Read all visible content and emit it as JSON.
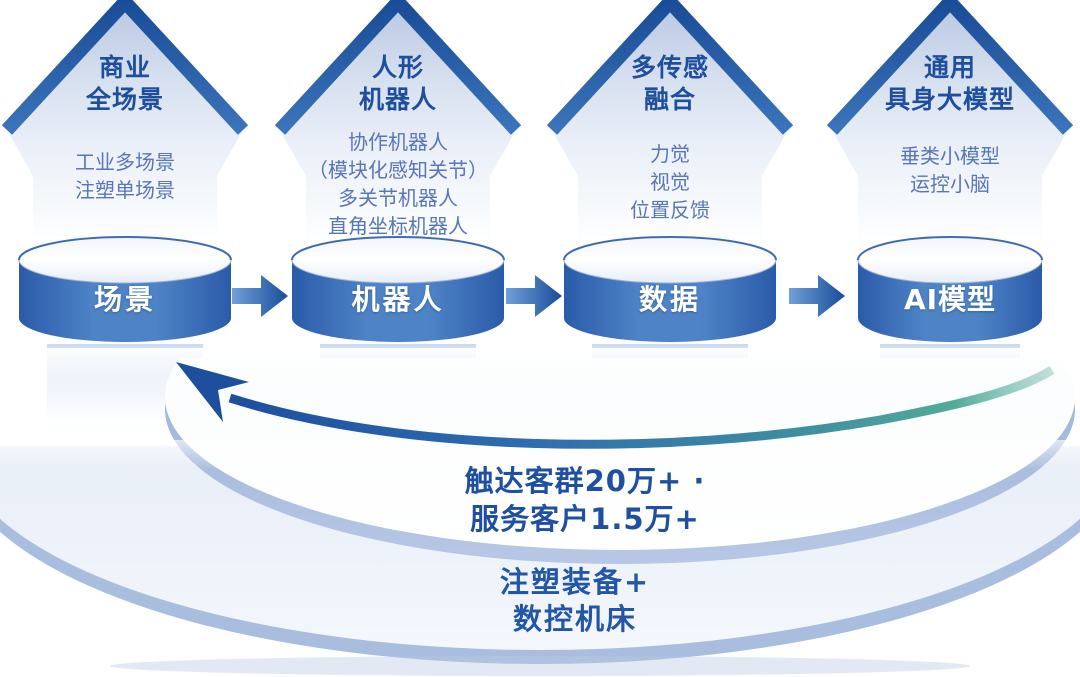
{
  "pillars": [
    {
      "header_lines": [
        "商业",
        "全场景"
      ],
      "items": [
        "工业多场景",
        "注塑单场景"
      ],
      "cylinder_label": "场景"
    },
    {
      "header_lines": [
        "人形",
        "机器人"
      ],
      "items": [
        "协作机器人",
        "（模块化感知关节）",
        "多关节机器人",
        "直角坐标机器人"
      ],
      "cylinder_label": "机器人"
    },
    {
      "header_lines": [
        "多传感",
        "融合"
      ],
      "items": [
        "力觉",
        "视觉",
        "位置反馈"
      ],
      "cylinder_label": "数据"
    },
    {
      "header_lines": [
        "通用",
        "具身大模型"
      ],
      "items": [
        "垂类小模型",
        "运控小脑"
      ],
      "cylinder_label": "AI模型"
    }
  ],
  "platform": {
    "inner_ring_lines": [
      "触达客群20万+ ·",
      "服务客户1.5万+"
    ],
    "outer_ring_lines": [
      "注塑装备+",
      "数控机床"
    ]
  },
  "colors": {
    "header_blue": "#1e4f9f",
    "body_blue": "#5876b8",
    "cylinder_edge_blue": "#2a5ba9",
    "cylinder_center_blue": "#4e83c6",
    "flow_arrow_blue": "#1b4d99",
    "swoosh_blue": "#1d4f9e",
    "swoosh_teal": "#52ab99",
    "ring_rim_blue": "#a9bede",
    "ring_face": "#e9eef8",
    "label_white": "#ffffff"
  }
}
